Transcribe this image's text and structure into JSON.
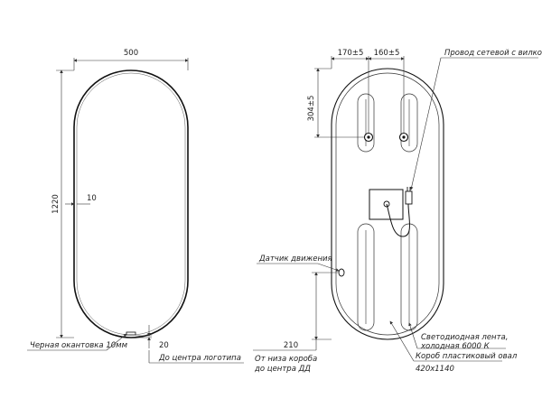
{
  "front": {
    "width_dim": "500",
    "height_dim": "1220",
    "frame_dim": "10",
    "logo_dim": "20",
    "black_frame_label": "Черная окантовка 10мм",
    "logo_center_label": "До центра логотипа"
  },
  "back": {
    "dim_left": "170±5",
    "dim_right": "160±5",
    "dim_top": "304±5",
    "cable_label": "Провод сетевой с вилкой",
    "motion_sensor_label": "Датчик движения",
    "bottom_dim": "210",
    "bottom_label_line1": "От низа короба",
    "bottom_label_line2": "до центра ДД",
    "led_label_line1": "Светодиодная лента,",
    "led_label_line2": "холодная 6000 К",
    "box_label": "Короб пластиковый овал",
    "box_dim": "420x1140"
  }
}
